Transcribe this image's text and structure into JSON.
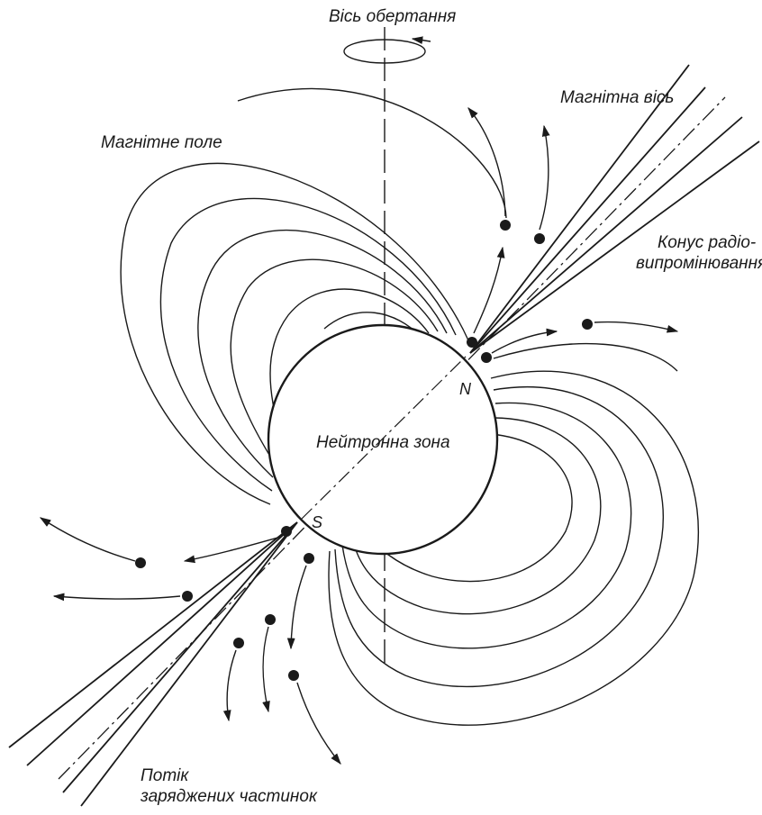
{
  "labels": {
    "rotation_axis": "Вісь обертання",
    "magnetic_axis": "Магнітна вісь",
    "magnetic_field": "Магнітне поле",
    "radio_cone_line1": "Конус радіо-",
    "radio_cone_line2": "випромінювання",
    "neutron_star": "Нейтронна зона",
    "north_pole": "N",
    "south_pole": "S",
    "particle_flow_line1": "Потік",
    "particle_flow_line2": "заряджених частинок"
  },
  "colors": {
    "ink": "#1a1a1a",
    "background": "#ffffff"
  }
}
